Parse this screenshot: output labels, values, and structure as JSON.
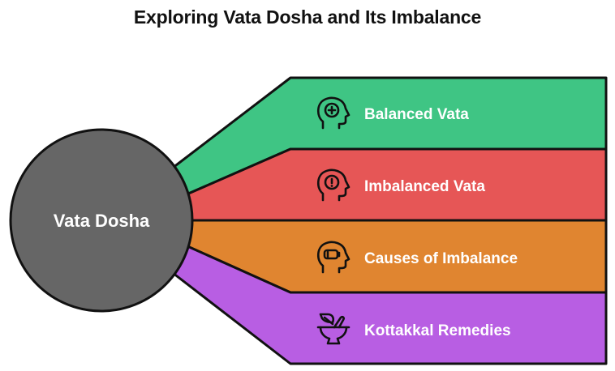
{
  "title": "Exploring Vata Dosha and Its Imbalance",
  "center": {
    "label": "Vata Dosha",
    "color": "#666666"
  },
  "branches": [
    {
      "label": "Balanced Vata",
      "icon": "head-plus-icon",
      "color": "#3fc584"
    },
    {
      "label": "Imbalanced Vata",
      "icon": "head-exclamation-icon",
      "color": "#e65656"
    },
    {
      "label": "Causes of Imbalance",
      "icon": "head-low-battery-icon",
      "color": "#e08530"
    },
    {
      "label": "Kottakkal Remedies",
      "icon": "mortar-pestle-leaf-icon",
      "color": "#b85ee3"
    }
  ]
}
